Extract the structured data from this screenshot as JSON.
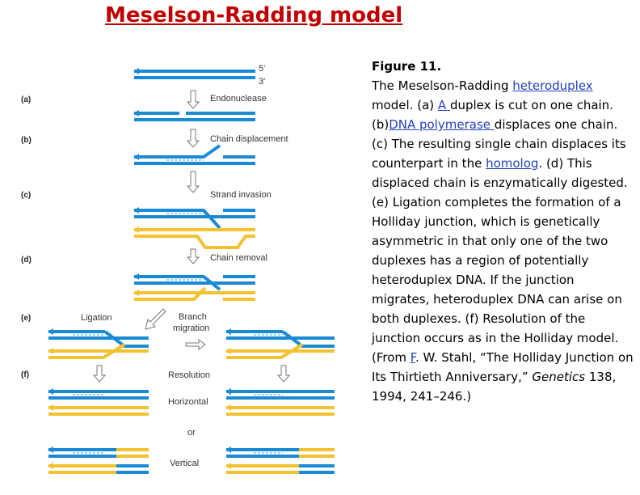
{
  "title": "Meselson-Radding model",
  "colors": {
    "title": "#c00000",
    "blue_strand": "#1a8ad4",
    "yellow_strand": "#f2c230",
    "link": "#1f3fbf"
  },
  "diagram": {
    "strand_ends": {
      "five_prime": "5'",
      "three_prime": "3'"
    },
    "step_labels": [
      "(a)",
      "(b)",
      "(c)",
      "(d)",
      "(e)",
      "(f)"
    ],
    "labels": {
      "endonuclease": "Endonuclease",
      "chain_displacement": "Chain displacement",
      "strand_invasion": "Strand invasion",
      "chain_removal": "Chain removal",
      "ligation": "Ligation",
      "branch": "Branch",
      "migration": "migration",
      "resolution": "Resolution",
      "horizontal": "Horizontal",
      "or": "or",
      "vertical": "Vertical"
    }
  },
  "caption": {
    "fig": "Figure 11.",
    "t1": "The Meselson-Radding ",
    "l1": "heteroduplex ",
    "t2": "model. (a) ",
    "l2": "A ",
    "t3": "duplex is cut on one chain. (b)",
    "l3": "DNA polymerase ",
    "t4": "displaces one chain. (c) The resulting single chain displaces its counterpart in the ",
    "l4": "homolog",
    "t5": ". (d) This displaced chain is enzymatically digested. (e) Ligation completes the formation of a Holliday junction, which is genetically asymmetric in that only one of the two duplexes has a region of potentially heteroduplex DNA. If the junction migrates, heteroduplex DNA can arise on both duplexes. (f) Resolution of the junction occurs as in the Holliday model. (From ",
    "l5": "F",
    "t6": ". W. Stahl, “The Holliday Junction on Its Thirtieth Anniversary,” ",
    "i1": "Genetics",
    "t7": " 138, 1994, 241–246.)"
  }
}
